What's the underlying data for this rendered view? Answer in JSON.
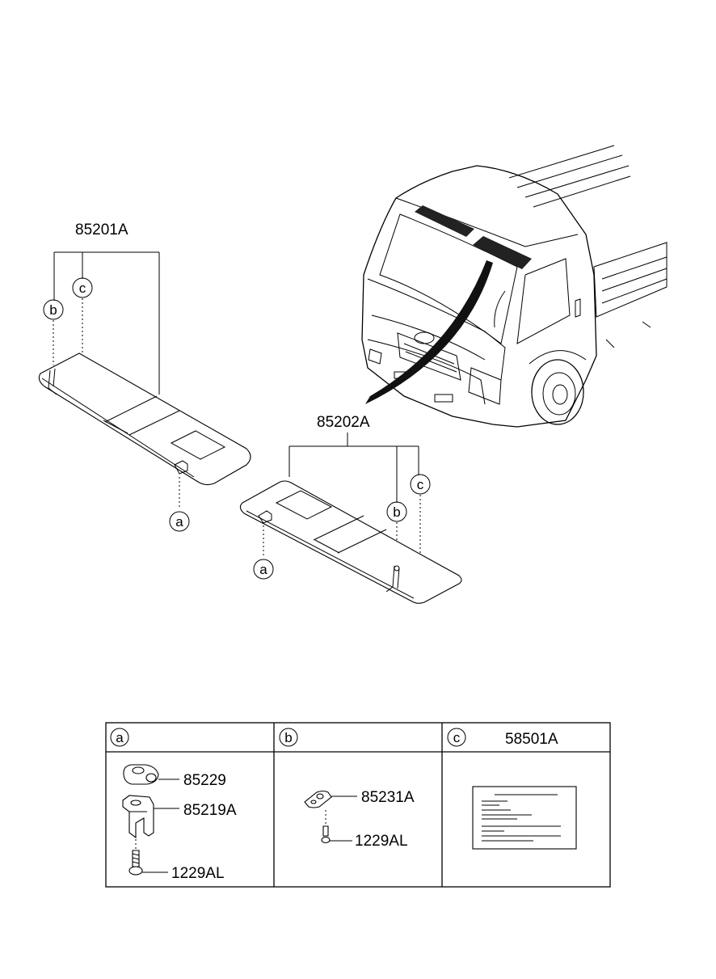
{
  "callouts": {
    "left_visor": "85201A",
    "right_visor": "85202A"
  },
  "markers": {
    "a": "a",
    "b": "b",
    "c": "c"
  },
  "table": {
    "col_a": {
      "marker": "a",
      "parts": [
        "85229",
        "85219A",
        "1229AL"
      ]
    },
    "col_b": {
      "marker": "b",
      "parts": [
        "85231A",
        "1229AL"
      ]
    },
    "col_c": {
      "marker": "c",
      "header_part": "58501A"
    }
  }
}
